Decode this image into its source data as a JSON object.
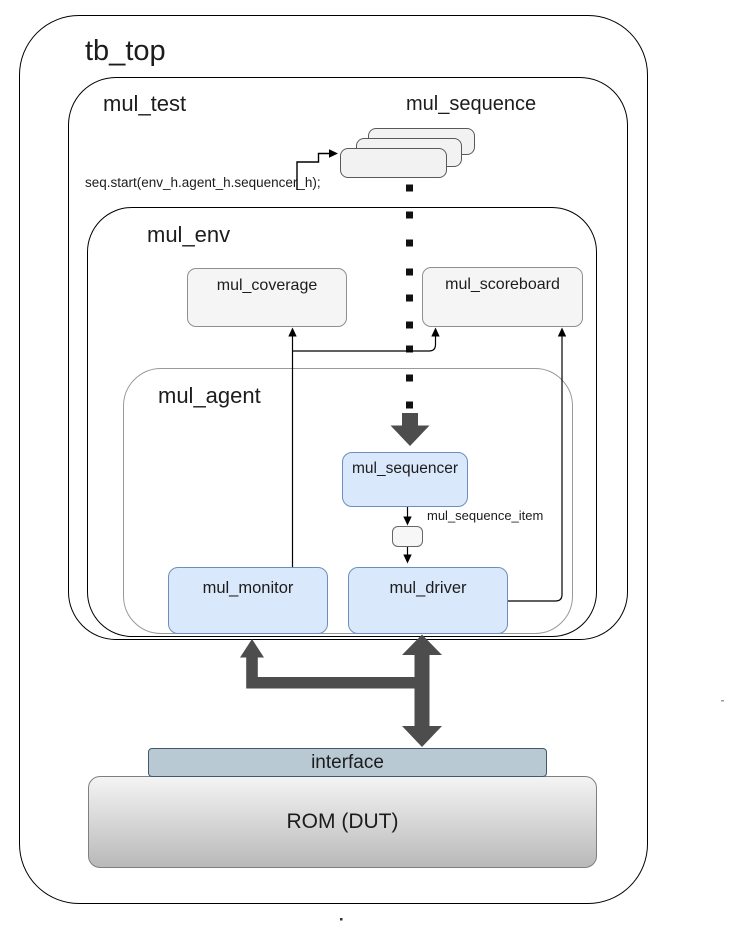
{
  "diagram": {
    "kind": "UVM testbench block diagram",
    "tb_top": {
      "label": "tb_top"
    },
    "mul_test": {
      "label": "mul_test",
      "seq_start_call": "seq.start(env_h.agent_h.sequencer_h);",
      "mul_sequence": {
        "label": "mul_sequence",
        "stacked_cards": 3
      }
    },
    "mul_env": {
      "label": "mul_env",
      "mul_coverage": {
        "label": "mul_coverage"
      },
      "mul_scoreboard": {
        "label": "mul_scoreboard"
      },
      "mul_agent": {
        "label": "mul_agent",
        "mul_sequencer": {
          "label": "mul_sequencer"
        },
        "mul_sequence_item": {
          "label": "mul_sequence_item"
        },
        "mul_monitor": {
          "label": "mul_monitor"
        },
        "mul_driver": {
          "label": "mul_driver"
        }
      }
    },
    "interface": {
      "label": "interface"
    },
    "dut": {
      "label": "ROM (DUT)"
    },
    "colors": {
      "blue_fill": "#dae8fc",
      "blue_border": "#6c8ebf",
      "gray_fill": "#f5f5f5",
      "gray_border": "#8f8f8f",
      "card_fill": "#f2f2f2",
      "card_border": "#595959",
      "interface_fill": "#b8c9d3",
      "interface_border": "#415968",
      "rom_fill_top": "#f4f4f4",
      "rom_fill_bottom": "#b9b9b9",
      "rom_border": "#7f7f7f",
      "outline": "#000000",
      "agent_outline": "#999999",
      "thick_arrow": "#4d4d4d",
      "line": "#000000",
      "text": "#1c1c1c"
    }
  }
}
